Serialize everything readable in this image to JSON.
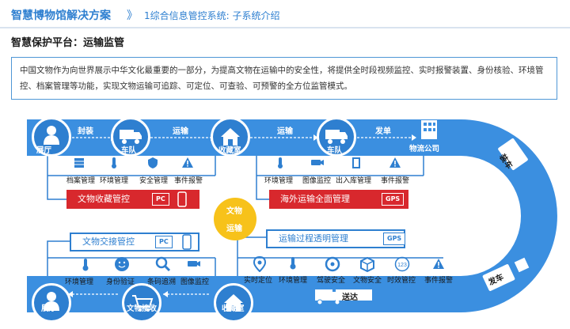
{
  "header": {
    "title": "智慧博物馆解决方案",
    "separator": "》",
    "subtitle": "1综合信息管控系统: 子系统介绍"
  },
  "section_title": "智慧保护平台：运输监管",
  "description": "中国文物作为向世界展示中华文化最重要的一部分，为提高文物在运输中的安全性，将提供全时段视频监控、实时报警装置、身份核验、环境管控、档案管理等功能，实现文物运输可追踪、可定位、可查验、可预警的全方位监管模式。",
  "top_route": {
    "stages": [
      "展厅",
      "车队",
      "收藏室",
      "车队",
      "物流公司"
    ],
    "arrows": [
      "封装",
      "运输",
      "运输",
      "发单"
    ]
  },
  "bottom_route": {
    "stages": [
      "展厅",
      "文物接收",
      "收藏室"
    ],
    "arrow": "送达"
  },
  "curve_labels": [
    "装车",
    "发车"
  ],
  "center_label": [
    "文物",
    "运输"
  ],
  "control_boxes": {
    "collection": {
      "label": "文物收藏管控",
      "badges": [
        "PC"
      ]
    },
    "overseas": {
      "label": "海外运输全面管理",
      "badges": [
        "GPS"
      ]
    },
    "handover": {
      "label": "文物交接管控",
      "badges": [
        "PC"
      ]
    },
    "transparent": {
      "label": "运输过程透明管理",
      "badges": [
        "GPS"
      ]
    }
  },
  "function_groups": {
    "collection": [
      "档案管理",
      "环境管理",
      "安全管理",
      "事件报警"
    ],
    "overseas": [
      "环境管理",
      "图像监控",
      "出入库管理",
      "事件报警"
    ],
    "handover": [
      "环境管理",
      "身份验证",
      "条码追溯",
      "图像监控"
    ],
    "transparent": [
      "实时定位",
      "环境管理",
      "驾驶安全",
      "文物安全",
      "时效管控",
      "事件报警"
    ]
  },
  "icons": {
    "stage_person": "person-icon",
    "stage_truck": "truck-icon",
    "stage_house": "house-icon",
    "stage_building": "building-icon",
    "stage_cart": "cart-icon"
  },
  "colors": {
    "accent": "#2e7fd0",
    "band": "#3b8fe0",
    "red": "#d8282d",
    "yellow": "#f7c21a"
  }
}
